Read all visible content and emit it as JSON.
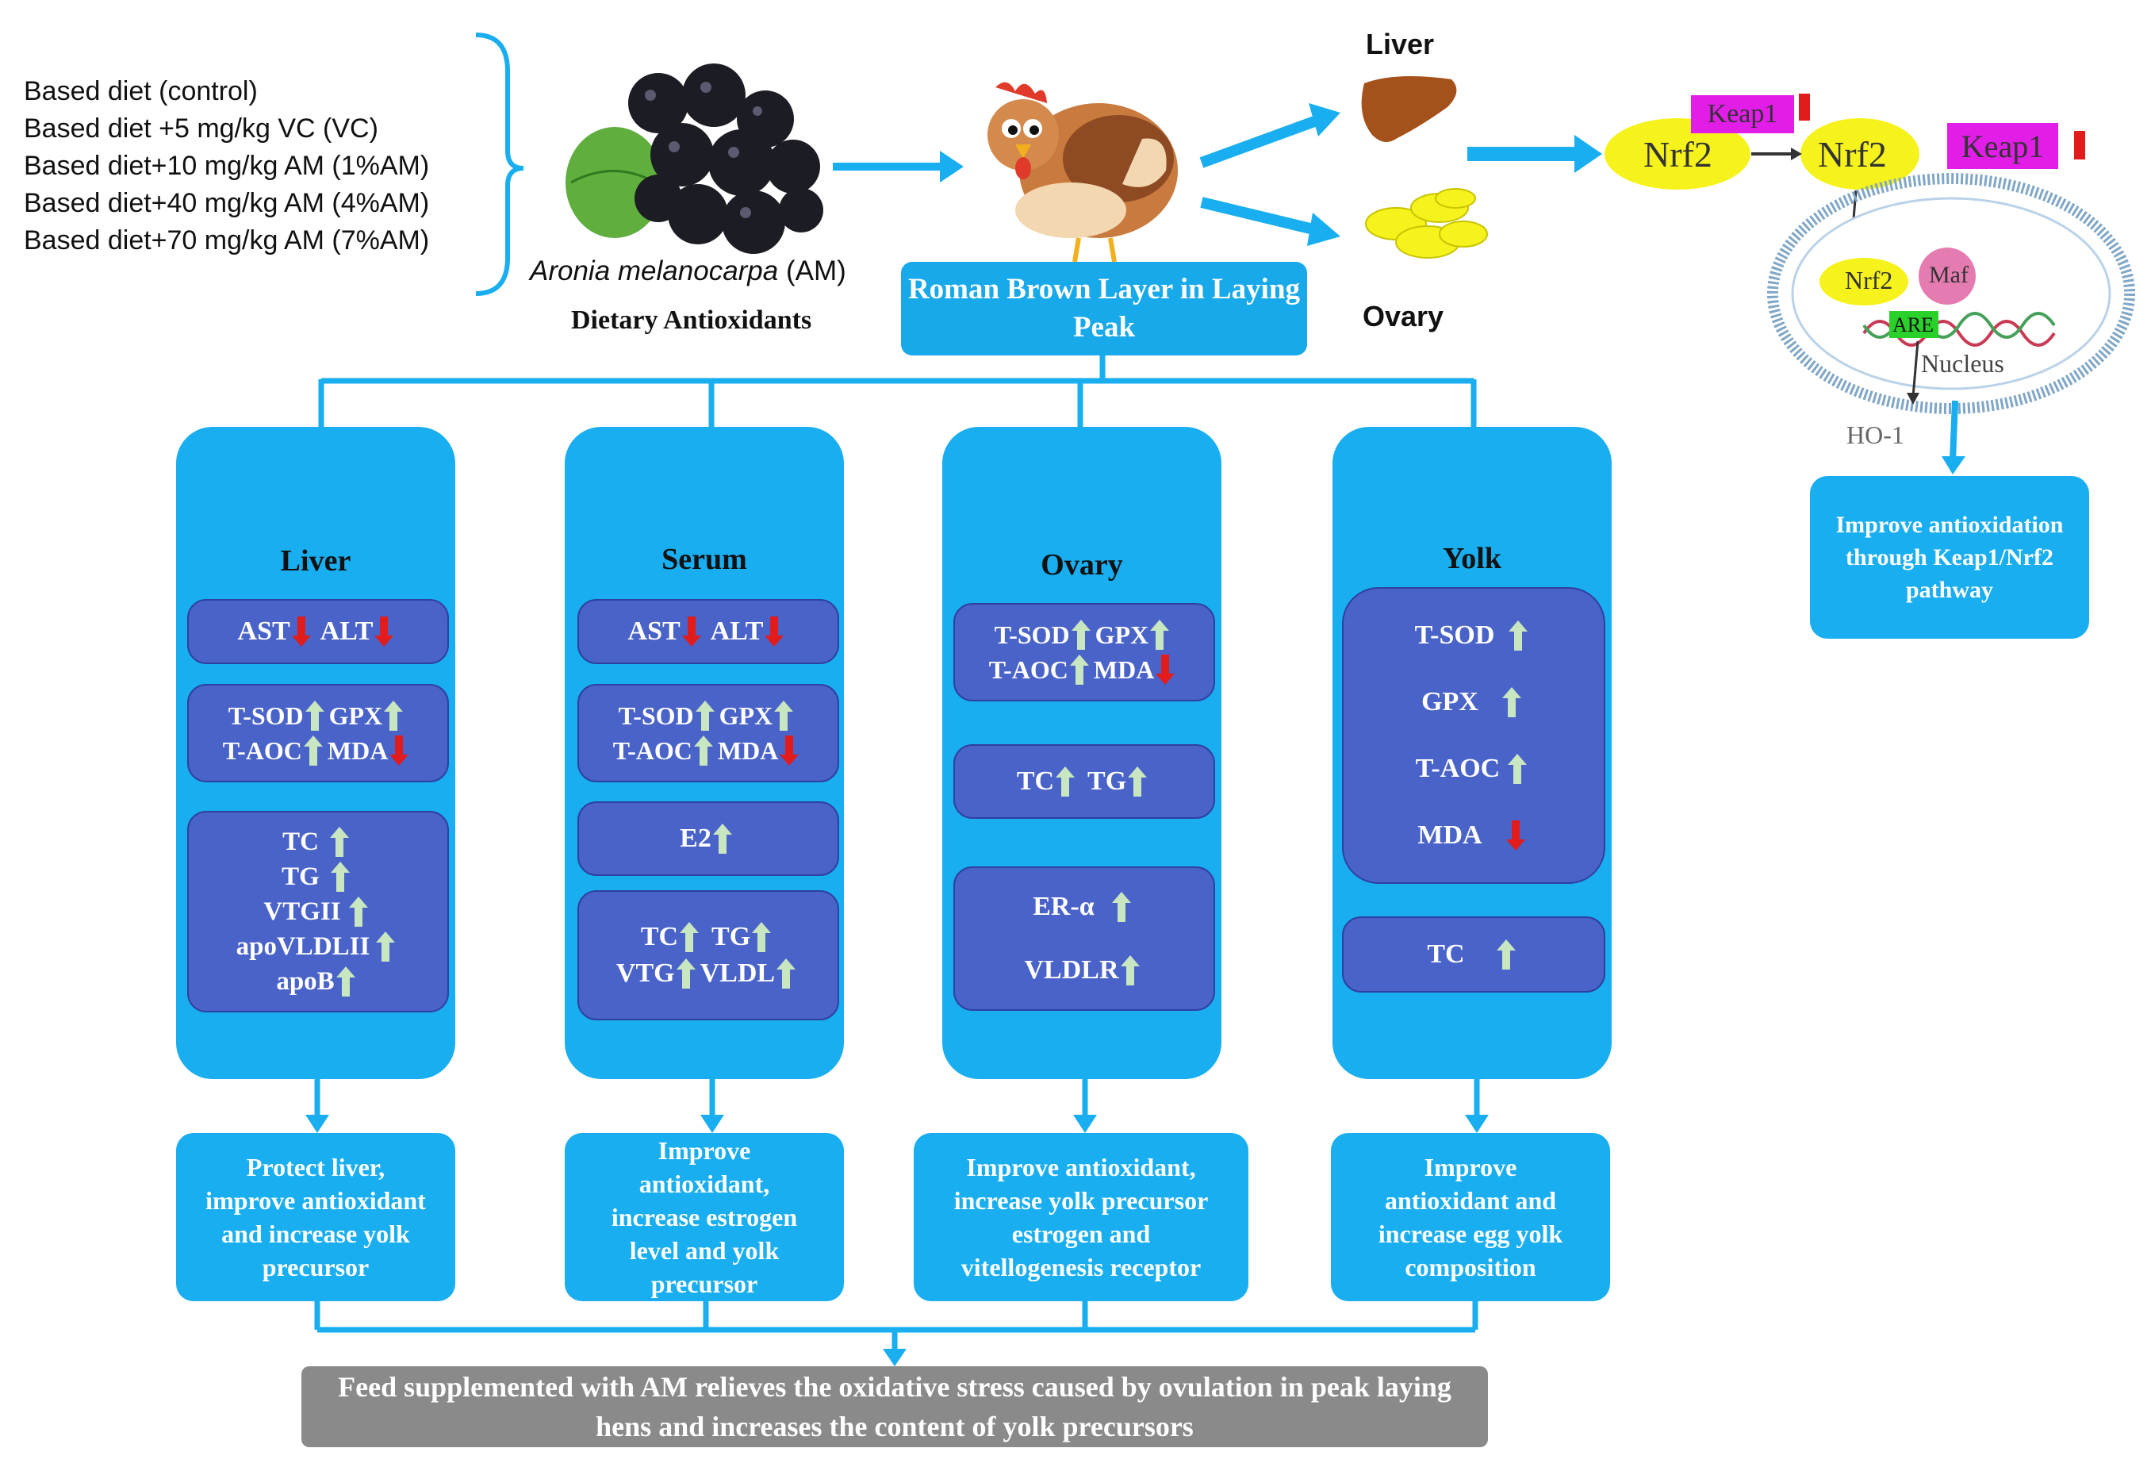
{
  "diets": [
    "Based diet (control)",
    "Based diet +5 mg/kg VC (VC)",
    "Based diet+10 mg/kg AM (1%AM)",
    "Based diet+40 mg/kg AM (4%AM)",
    "Based diet+70 mg/kg AM (7%AM)"
  ],
  "aronia": {
    "latin": "Aronia melanocarpa",
    "abbr": " (AM)",
    "subtitle": "Dietary Antioxidants"
  },
  "hen_title": "Roman Brown Layer in Laying Peak",
  "organs": {
    "liver": "Liver",
    "ovary": "Ovary"
  },
  "pathway": {
    "nrf2": "Nrf2",
    "keap1": "Keap1",
    "maf": "Maf",
    "are": "ARE",
    "nucleus": "Nucleus",
    "ho1": "HO-1",
    "result": "Improve antioxidation through Keap1/Nrf2 pathway"
  },
  "panels": {
    "liver": {
      "title": "Liver",
      "ast": "AST",
      "alt": "ALT",
      "tsod": "T-SOD",
      "gpx": "GPX",
      "taoc": "T-AOC",
      "mda": "MDA",
      "tc": "TC",
      "tg": "TG",
      "vtgii": "VTGII",
      "apovldlii": "apoVLDLII",
      "apob": "apoB",
      "outcome": "Protect liver, improve antioxidant and increase yolk precursor"
    },
    "serum": {
      "title": "Serum",
      "ast": "AST",
      "alt": "ALT",
      "tsod": "T-SOD",
      "gpx": "GPX",
      "taoc": "T-AOC",
      "mda": "MDA",
      "e2": "E2",
      "tc": "TC",
      "tg": "TG",
      "vtg": "VTG",
      "vldl": "VLDL",
      "outcome": "Improve antioxidant, increase estrogen level and yolk precursor"
    },
    "ovary": {
      "title": "Ovary",
      "tsod": "T-SOD",
      "gpx": "GPX",
      "taoc": "T-AOC",
      "mda": "MDA",
      "tc": "TC",
      "tg": "TG",
      "era": "ER-α",
      "vldlr": "VLDLR",
      "outcome": "Improve antioxidant, increase yolk precursor estrogen and vitellogenesis receptor"
    },
    "yolk": {
      "title": "Yolk",
      "tsod": "T-SOD",
      "gpx": "GPX",
      "taoc": "T-AOC",
      "mda": "MDA",
      "tc": "TC",
      "outcome": "Improve antioxidant and increase egg yolk composition"
    }
  },
  "conclusion": "Feed supplemented with AM relieves the oxidative stress caused by ovulation in peak laying hens and increases the content of yolk precursors",
  "colors": {
    "panel": "#18aef0",
    "inner": "#4a63c9",
    "up_arrow": "#c8e6c0",
    "down_arrow": "#e21b1b",
    "conclusion": "#8a8a8a"
  }
}
